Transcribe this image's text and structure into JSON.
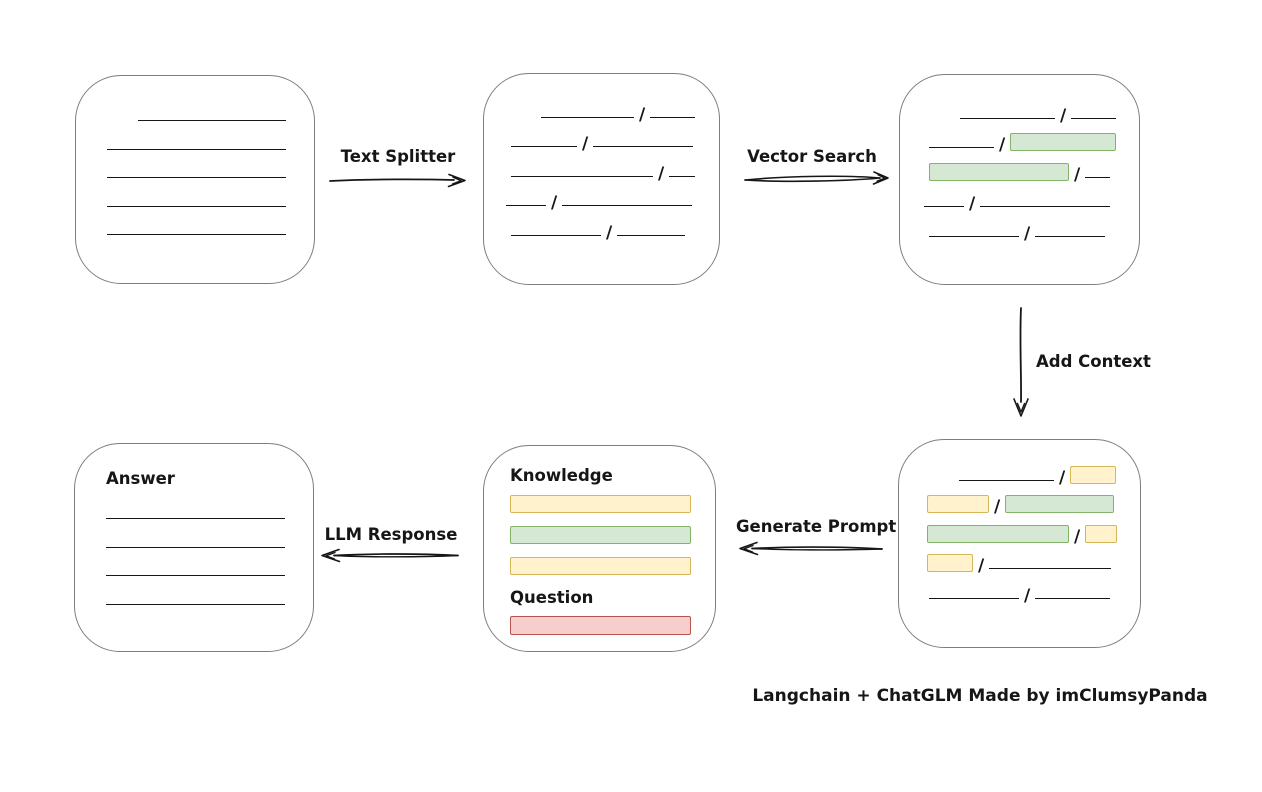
{
  "colors": {
    "green_fill": "#d5e8d4",
    "green_border": "#82b366",
    "yellow_fill": "#fff2cc",
    "yellow_border": "#d6b656",
    "red_fill": "#f8cecc",
    "red_border": "#b85450",
    "box_border": "#7d7d7d",
    "ink": "#161616"
  },
  "slash": "/",
  "arrows": {
    "text_splitter": {
      "label": "Text Splitter",
      "direction": "right"
    },
    "vector_search": {
      "label": "Vector Search",
      "direction": "right"
    },
    "add_context": {
      "label": "Add Context",
      "direction": "down"
    },
    "generate_prompt": {
      "label": "Generate Prompt",
      "direction": "left"
    },
    "llm_response": {
      "label": "LLM Response",
      "direction": "left"
    }
  },
  "boxes": {
    "document": {
      "lines": [
        {
          "indent": 62,
          "w": 148
        },
        {
          "indent": 31,
          "w": 179
        },
        {
          "indent": 31,
          "w": 179
        },
        {
          "indent": 31,
          "w": 179
        },
        {
          "indent": 31,
          "w": 179
        }
      ]
    },
    "chunks": {
      "rows": [
        {
          "indent": 57,
          "segs": [
            {
              "t": "line",
              "w": 93
            },
            {
              "t": "slash"
            },
            {
              "t": "line",
              "w": 45
            }
          ]
        },
        {
          "indent": 27,
          "segs": [
            {
              "t": "line",
              "w": 66
            },
            {
              "t": "slash"
            },
            {
              "t": "line",
              "w": 100
            }
          ]
        },
        {
          "indent": 27,
          "segs": [
            {
              "t": "line",
              "w": 142
            },
            {
              "t": "slash"
            },
            {
              "t": "line",
              "w": 26
            }
          ]
        },
        {
          "indent": 22,
          "segs": [
            {
              "t": "line",
              "w": 40
            },
            {
              "t": "slash"
            },
            {
              "t": "line",
              "w": 130
            }
          ]
        },
        {
          "indent": 27,
          "segs": [
            {
              "t": "line",
              "w": 90
            },
            {
              "t": "slash"
            },
            {
              "t": "line",
              "w": 68
            }
          ]
        }
      ]
    },
    "vector_results": {
      "rows": [
        {
          "indent": 60,
          "segs": [
            {
              "t": "line",
              "w": 95
            },
            {
              "t": "slash"
            },
            {
              "t": "line",
              "w": 45
            }
          ]
        },
        {
          "indent": 29,
          "segs": [
            {
              "t": "line",
              "w": 65
            },
            {
              "t": "slash"
            },
            {
              "t": "chunk",
              "c": "green",
              "w": 104
            }
          ]
        },
        {
          "indent": 29,
          "segs": [
            {
              "t": "chunk",
              "c": "green",
              "w": 138
            },
            {
              "t": "slash"
            },
            {
              "t": "line",
              "w": 25
            }
          ]
        },
        {
          "indent": 24,
          "segs": [
            {
              "t": "line",
              "w": 40
            },
            {
              "t": "slash"
            },
            {
              "t": "line",
              "w": 130
            }
          ]
        },
        {
          "indent": 29,
          "segs": [
            {
              "t": "line",
              "w": 90
            },
            {
              "t": "slash"
            },
            {
              "t": "line",
              "w": 70
            }
          ]
        }
      ]
    },
    "context": {
      "rows": [
        {
          "indent": 60,
          "segs": [
            {
              "t": "line",
              "w": 95
            },
            {
              "t": "slash"
            },
            {
              "t": "chunk",
              "c": "yellow",
              "w": 44
            }
          ]
        },
        {
          "indent": 28,
          "segs": [
            {
              "t": "chunk",
              "c": "yellow",
              "w": 60
            },
            {
              "t": "slash"
            },
            {
              "t": "chunk",
              "c": "green",
              "w": 107
            }
          ]
        },
        {
          "indent": 28,
          "segs": [
            {
              "t": "chunk",
              "c": "green",
              "w": 140
            },
            {
              "t": "slash"
            },
            {
              "t": "chunk",
              "c": "yellow",
              "w": 30
            }
          ]
        },
        {
          "indent": 28,
          "segs": [
            {
              "t": "chunk",
              "c": "yellow",
              "w": 44
            },
            {
              "t": "slash"
            },
            {
              "t": "line",
              "w": 122
            }
          ]
        },
        {
          "indent": 30,
          "segs": [
            {
              "t": "line",
              "w": 90
            },
            {
              "t": "slash"
            },
            {
              "t": "line",
              "w": 75
            }
          ]
        }
      ]
    },
    "prompt": {
      "knowledge_label": "Knowledge",
      "question_label": "Question",
      "knowledge_bars": [
        "yellow",
        "green",
        "yellow"
      ],
      "question_bars": [
        "red"
      ]
    },
    "answer": {
      "label": "Answer",
      "lines": [
        {
          "indent": 31,
          "w": 179
        },
        {
          "indent": 31,
          "w": 179
        },
        {
          "indent": 31,
          "w": 179
        },
        {
          "indent": 31,
          "w": 179
        }
      ]
    }
  },
  "footer": {
    "credit": "Langchain + ChatGLM Made by imClumsyPanda"
  }
}
